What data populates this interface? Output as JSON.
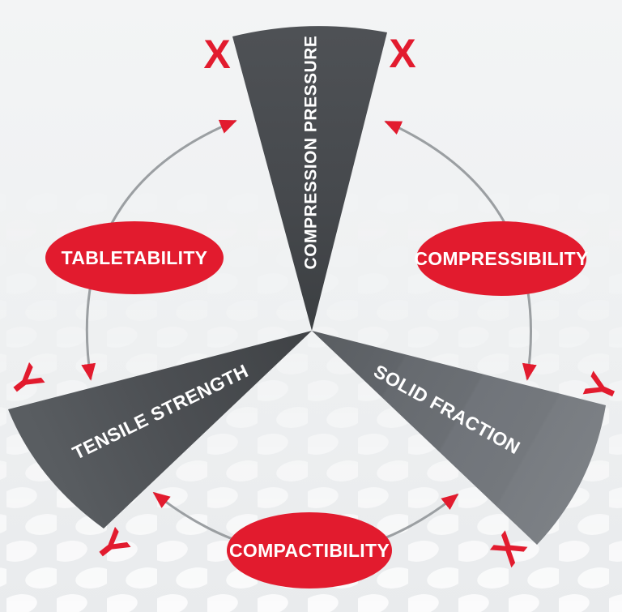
{
  "diagram": {
    "type": "process-relationship-diagram",
    "colors": {
      "red": "#e21b2e",
      "arc_gray": "#9b9fa2",
      "wedge_dark_top": "#46494d",
      "wedge_dark_left": "#4c4f53",
      "wedge_medium_right": "#6e7276",
      "label_white": "#ffffff",
      "background": "#f0f1f3",
      "dot_color": "#ffffff"
    },
    "wedges": [
      {
        "name": "compression-pressure",
        "label": "COMPRESSION PRESSURE"
      },
      {
        "name": "tensile-strength",
        "label": "TENSILE STRENGTH"
      },
      {
        "name": "solid-fraction",
        "label": "SOLID FRACTION"
      }
    ],
    "nodes": [
      {
        "name": "tabletability",
        "label": "TABLETABILITY"
      },
      {
        "name": "compressibility",
        "label": "COMPRESSIBILITY"
      },
      {
        "name": "compactibility",
        "label": "COMPACTIBILITY"
      }
    ],
    "axis_markers": [
      {
        "label": "X",
        "location": "top-wedge-left"
      },
      {
        "label": "X",
        "location": "top-wedge-right"
      },
      {
        "label": "Y",
        "location": "left-wedge-outer"
      },
      {
        "label": "Y",
        "location": "left-wedge-tip"
      },
      {
        "label": "Y",
        "location": "right-wedge-outer"
      },
      {
        "label": "X",
        "location": "right-wedge-tip"
      }
    ],
    "arrows": [
      {
        "name": "arc-tabletability",
        "connects": [
          "TENSILE STRENGTH",
          "COMPRESSION PRESSURE"
        ],
        "via": "TABLETABILITY",
        "double_headed": true
      },
      {
        "name": "arc-compressibility",
        "connects": [
          "COMPRESSION PRESSURE",
          "SOLID FRACTION"
        ],
        "via": "COMPRESSIBILITY",
        "double_headed": true
      },
      {
        "name": "arc-compactibility",
        "connects": [
          "TENSILE STRENGTH",
          "SOLID FRACTION"
        ],
        "via": "COMPACTIBILITY",
        "double_headed": true
      }
    ]
  }
}
